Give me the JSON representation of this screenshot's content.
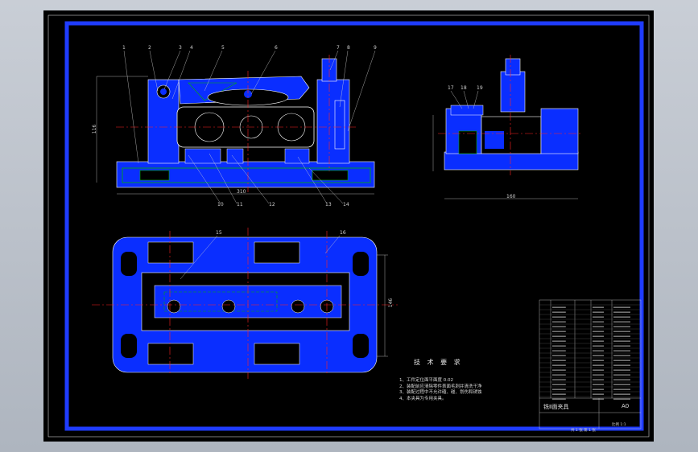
{
  "drawing": {
    "callouts": [
      "1",
      "2",
      "3",
      "4",
      "5",
      "6",
      "7",
      "8",
      "9",
      "10",
      "11",
      "12",
      "13",
      "14",
      "17",
      "18",
      "19",
      "15",
      "16"
    ],
    "dimensions": {
      "front_height": "116",
      "front_width": "310",
      "side_width": "160",
      "plan_height": "146"
    },
    "tech_requirements": {
      "title": "技 术 要 求",
      "items": [
        "1、工件定位面平面度 0.02",
        "2、装配前应清除零件表面毛刺并清洗干净",
        "3、装配过程中不允许磕、碰、划伤和锈蚀",
        "4、本夹具为专用夹具。"
      ]
    },
    "title_block": {
      "title": "铣Ⅱ面夹具",
      "sheet_size": "A0",
      "scale_note": "比例 1:1",
      "desc": "共 1 张 第 1 张"
    },
    "colors": {
      "part": "#0a2eff",
      "outline": "#ffffff",
      "center_line": "#ff2020",
      "hatch": "#00b000",
      "border": "#1f3cff"
    }
  }
}
